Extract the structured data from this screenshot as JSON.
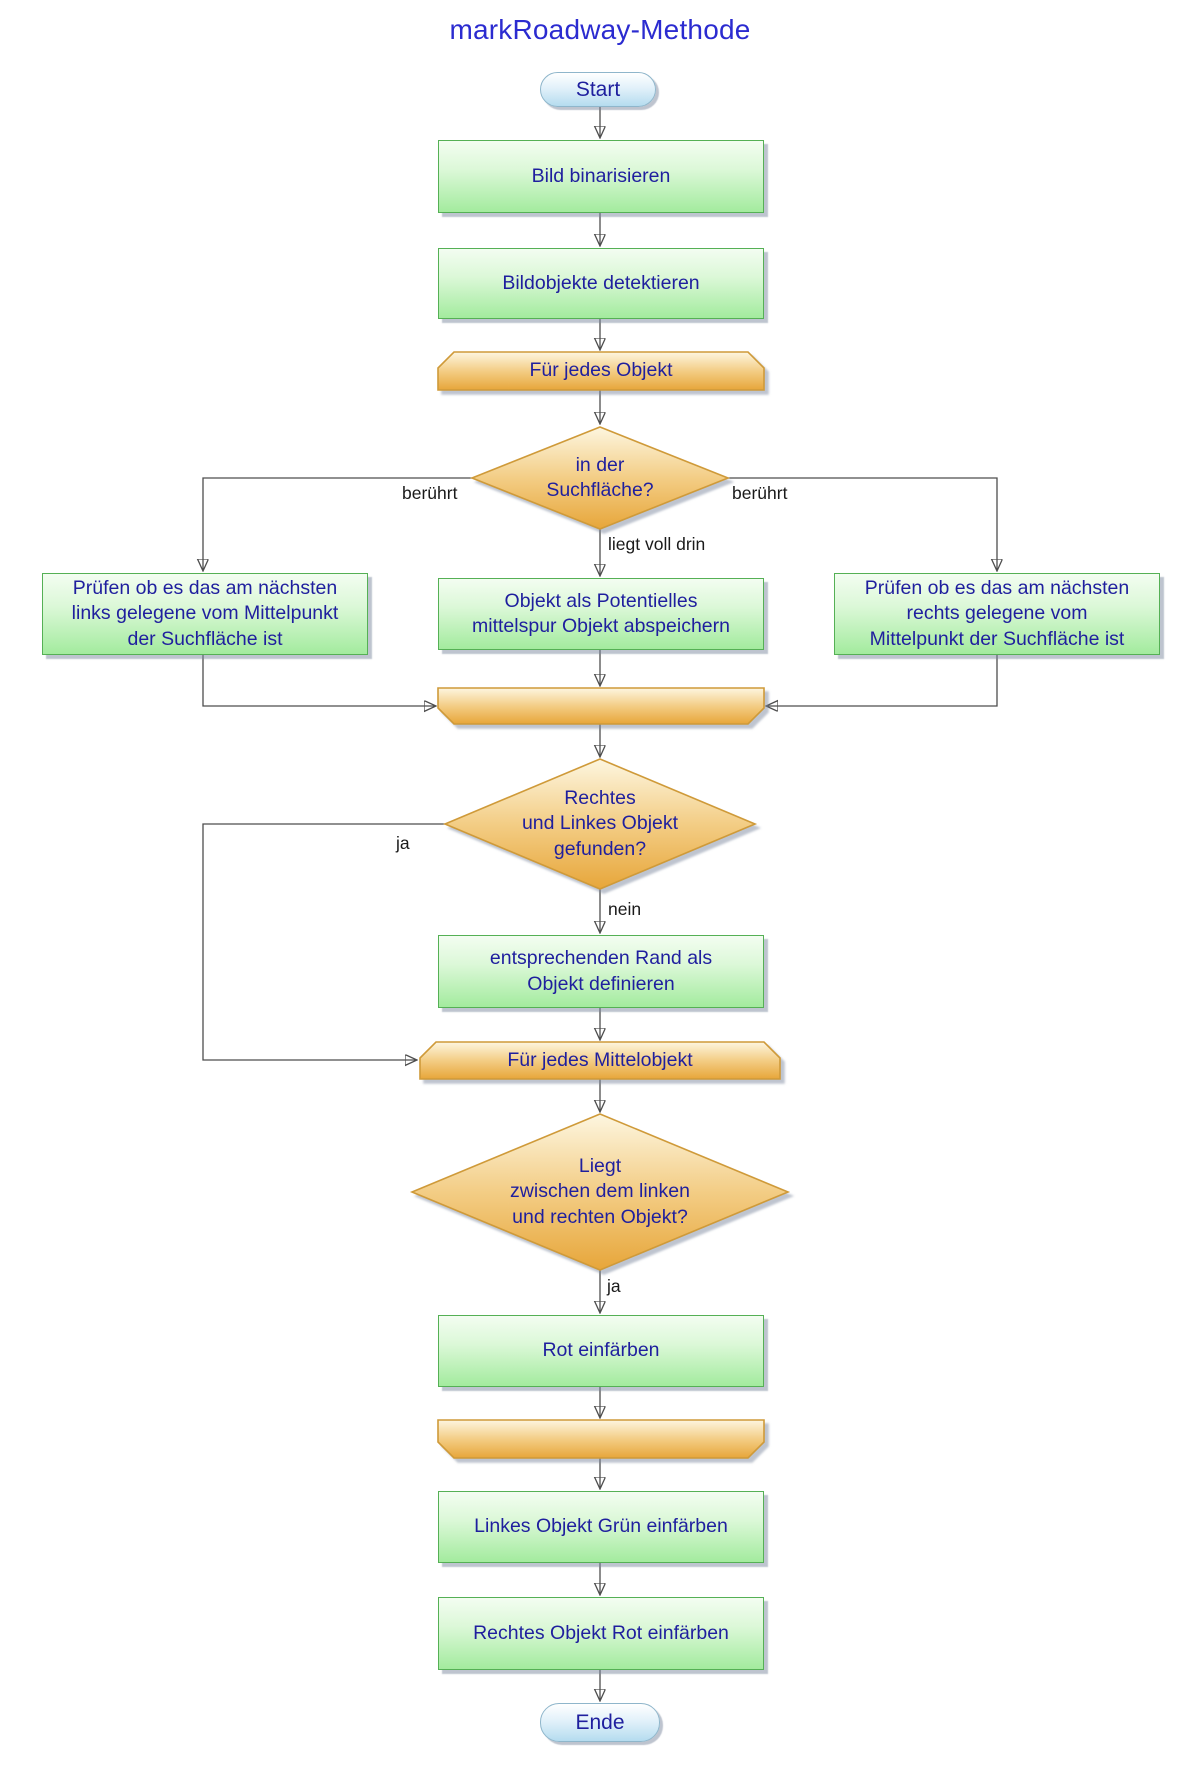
{
  "title": "markRoadway-Methode",
  "nodes": {
    "start": {
      "label": "Start"
    },
    "binarize": {
      "label": "Bild binarisieren"
    },
    "detect": {
      "label": "Bildobjekte detektieren"
    },
    "loop_each_object": {
      "label": "Für jedes Objekt"
    },
    "decision_in_search_area": {
      "label": "in der\nSuchfläche?"
    },
    "check_left": {
      "label": "Prüfen ob es das am nächsten\nlinks gelegene vom Mittelpunkt\nder Suchfläche ist"
    },
    "save_candidate": {
      "label": "Objekt als Potentielles\nmittelspur Objekt abspeichern"
    },
    "check_right": {
      "label": "Prüfen ob es das am nächsten\nrechts gelegene vom\nMittelpunkt der Suchfläche ist"
    },
    "loop_end_objects": {
      "label": ""
    },
    "decision_found": {
      "label": "Rechtes\nund Linkes Objekt\ngefunden?"
    },
    "define_border": {
      "label": "entsprechenden Rand als\nObjekt definieren"
    },
    "loop_each_middle": {
      "label": "Für jedes Mittelobjekt"
    },
    "decision_between": {
      "label": "Liegt\nzwischen dem linken\nund rechten Objekt?"
    },
    "color_red": {
      "label": "Rot einfärben"
    },
    "loop_end_middle": {
      "label": ""
    },
    "color_left_green": {
      "label": "Linkes Objekt Grün einfärben"
    },
    "color_right_red": {
      "label": "Rechtes Objekt Rot einfärben"
    },
    "end": {
      "label": "Ende"
    }
  },
  "edge_labels": {
    "touch_left": "berührt",
    "touch_right": "berührt",
    "fully_inside": "liegt voll drin",
    "found_yes": "ja",
    "found_no": "nein",
    "between_yes": "ja"
  },
  "colors": {
    "title_text": "#2b2bd0",
    "node_text": "#1f1f9e",
    "process_fill_top": "#f3fdf1",
    "process_fill_bottom": "#a3eb9e",
    "process_border": "#55b055",
    "loop_fill_top": "#fdf6e0",
    "loop_fill_bottom": "#e7a63a",
    "loop_border": "#cf9a39",
    "terminal_fill_top": "#ffffff",
    "terminal_fill_bottom": "#b5dcef",
    "terminal_border": "#8fb6cb",
    "connector": "#4d4d4d",
    "edge_label_text": "#1a1a1a"
  }
}
